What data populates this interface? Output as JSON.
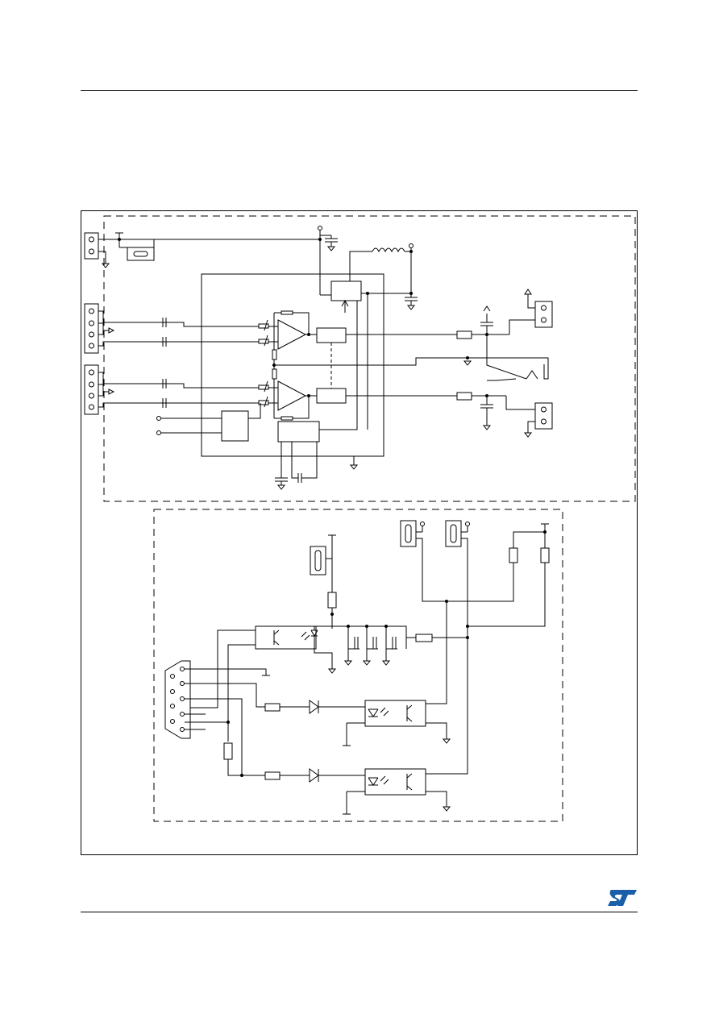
{
  "page": {
    "header_rule": "top",
    "footer_rule": "bottom"
  },
  "figure": {
    "text": ""
  },
  "logo": {
    "name": "st-logo",
    "color": "#1a5fa8"
  }
}
